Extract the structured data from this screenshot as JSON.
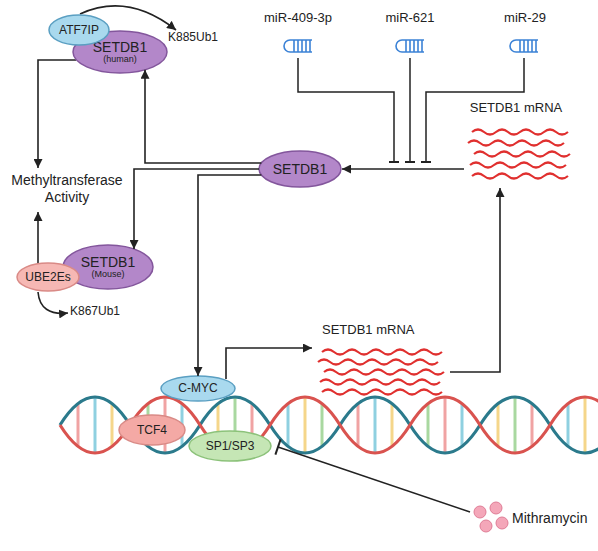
{
  "diagram": {
    "nodes": [
      {
        "text": [
          "ATF7IP"
        ]
      },
      {
        "text": [
          "SETDB1",
          "(human)"
        ]
      },
      {
        "text": [
          "SETDB1"
        ]
      },
      {
        "text": [
          "SETDB1",
          "(Mouse)"
        ]
      },
      {
        "text": [
          "UBE2Es"
        ]
      },
      {
        "text": [
          "C-MYC"
        ]
      },
      {
        "text": [
          "TCF4"
        ]
      },
      {
        "text": [
          "SP1/SP3"
        ]
      }
    ],
    "edges": [
      {
        "from": 2,
        "to": 1,
        "arrow": "to"
      },
      {
        "from": 2,
        "to": 3,
        "arrow": "to"
      },
      {
        "from": 2,
        "to": 5,
        "arrow": "to"
      }
    ],
    "labels": [
      "K885Ub1",
      "miR-409-3p",
      "miR-621",
      "miR-29",
      "Methyltransferase Activity",
      "SETDB1 mRNA",
      "K867Ub1",
      "SETDB1 mRNA",
      "Mithramycin"
    ]
  }
}
